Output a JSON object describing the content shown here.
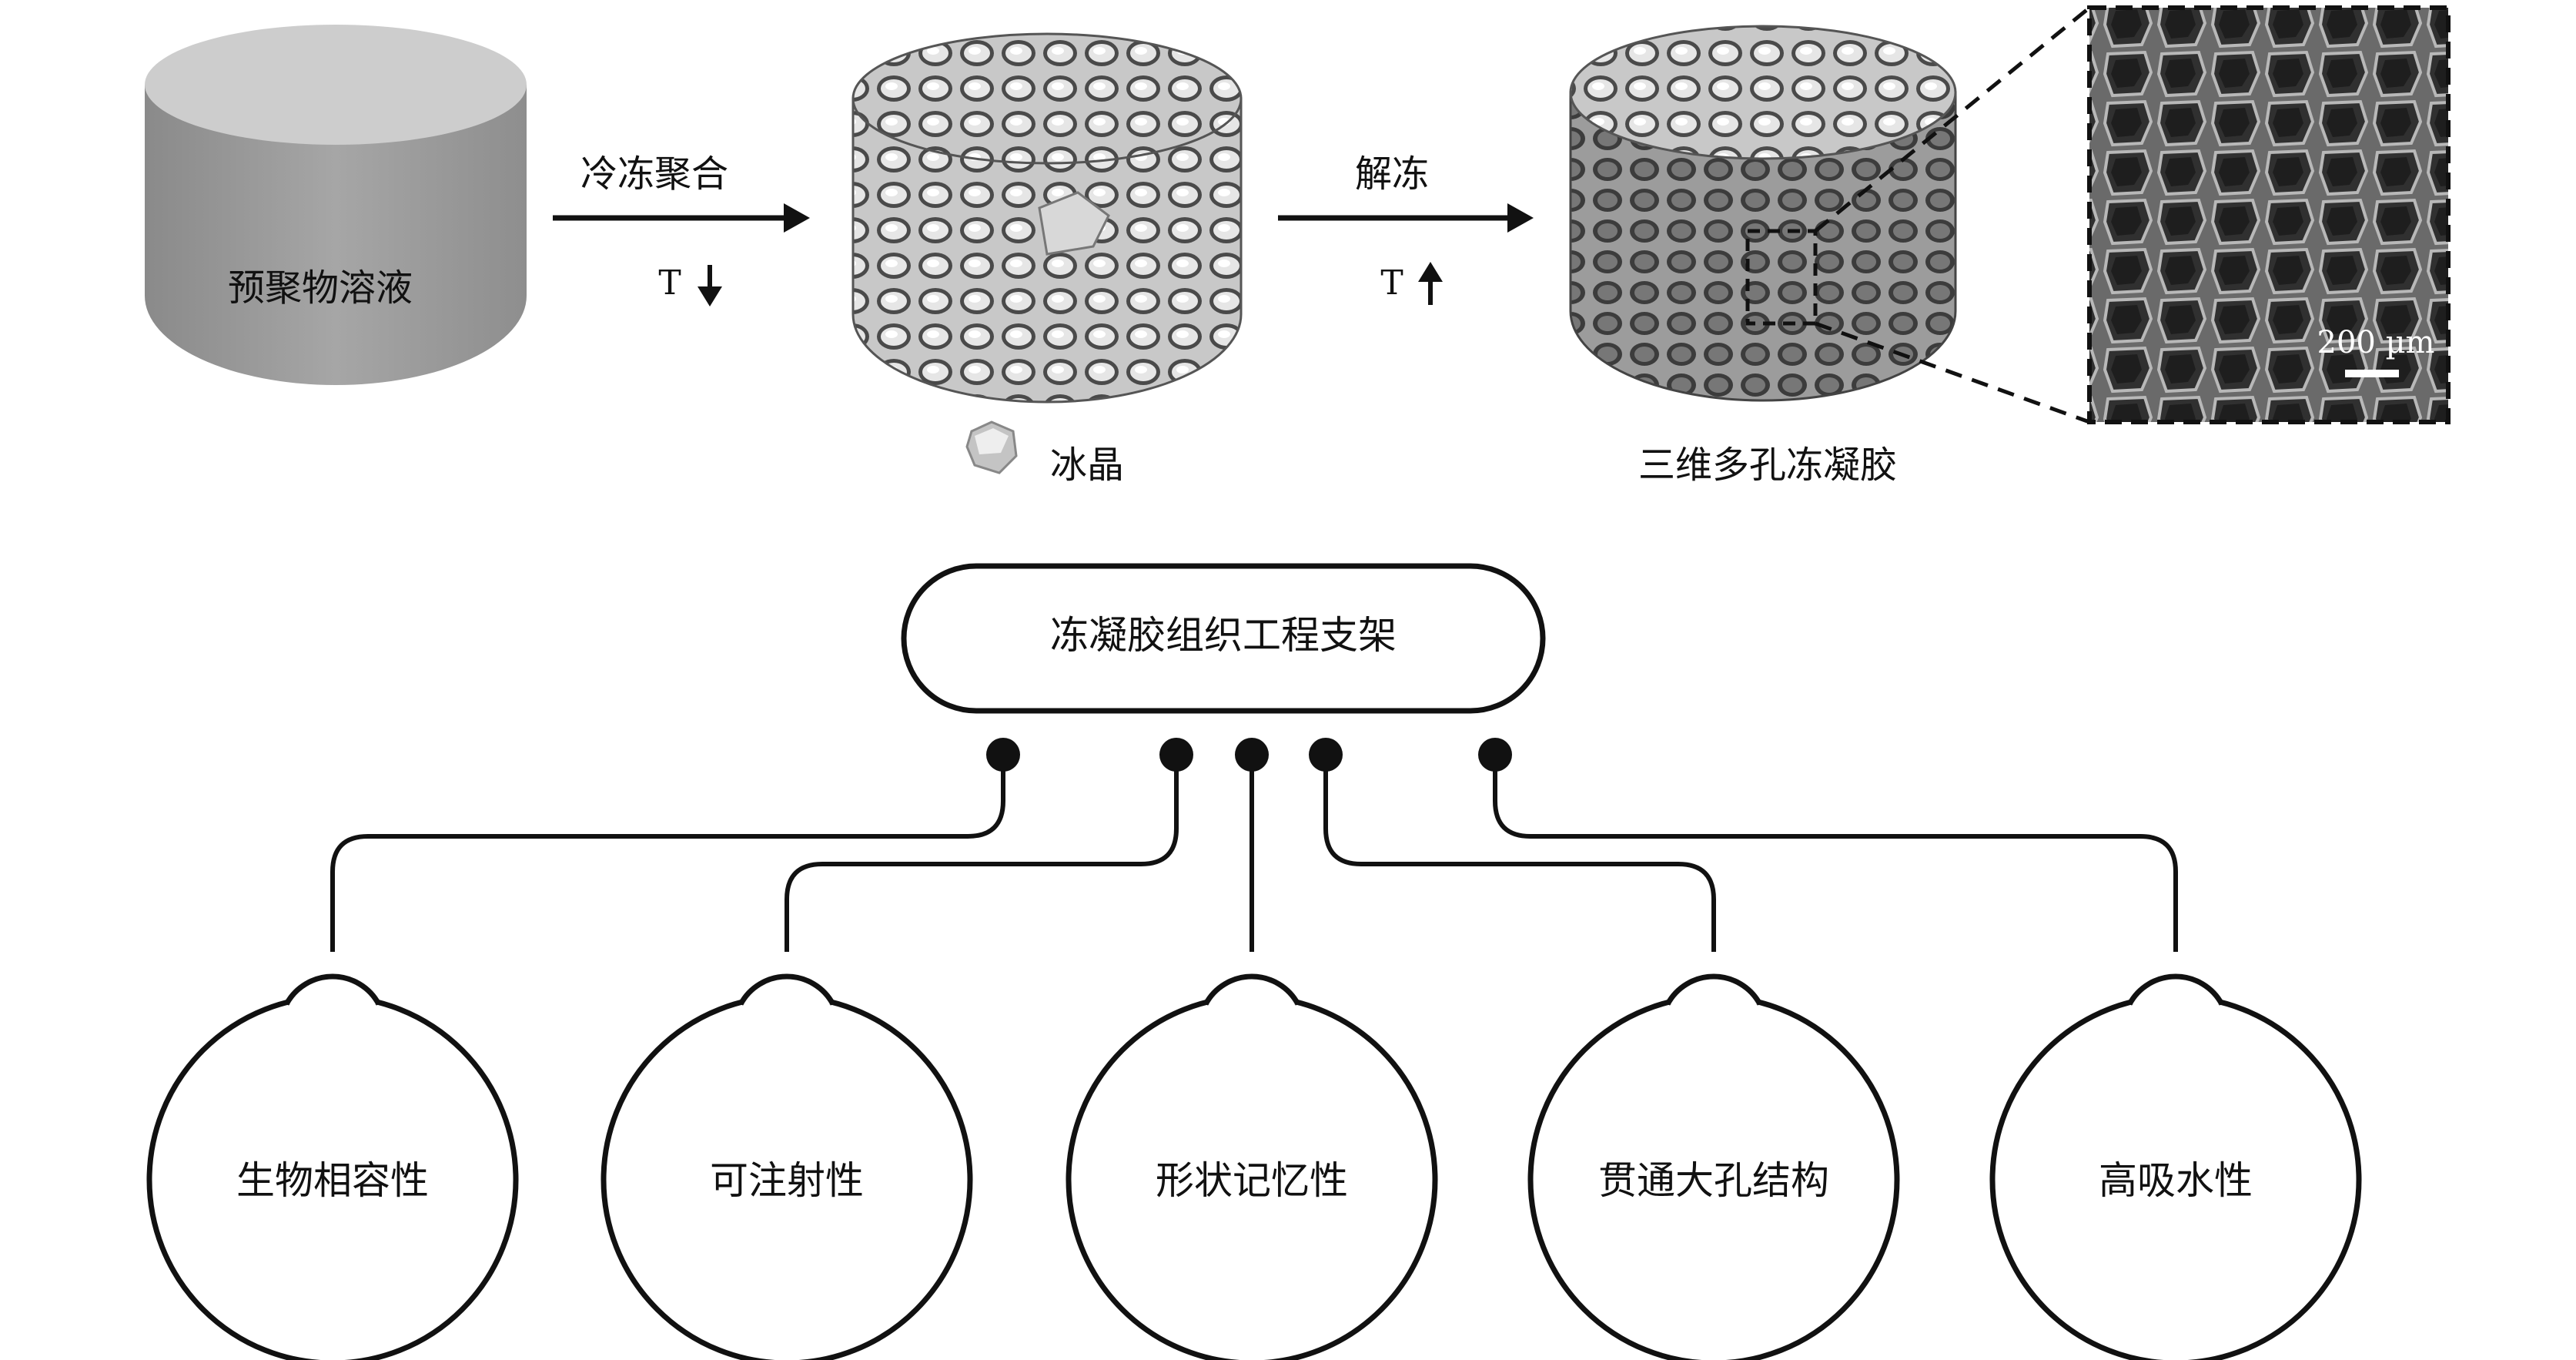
{
  "process": {
    "precursor_label": "预聚物溶液",
    "step1_label": "冷冻聚合",
    "step1_temp": "T",
    "step2_label": "解冻",
    "step2_temp": "T",
    "ice_label": "冰晶",
    "cryogel_label": "三维多孔冻凝胶",
    "scale_bar": "200 µm"
  },
  "scaffold": {
    "title": "冻凝胶组织工程支架",
    "properties": [
      "生物相容性",
      "可注射性",
      "形状记忆性",
      "贯通大孔结构",
      "高吸水性"
    ]
  },
  "colors": {
    "precursor_top": "#c9c9c9",
    "precursor_side": "#9a9a9a",
    "line": "#111111"
  }
}
